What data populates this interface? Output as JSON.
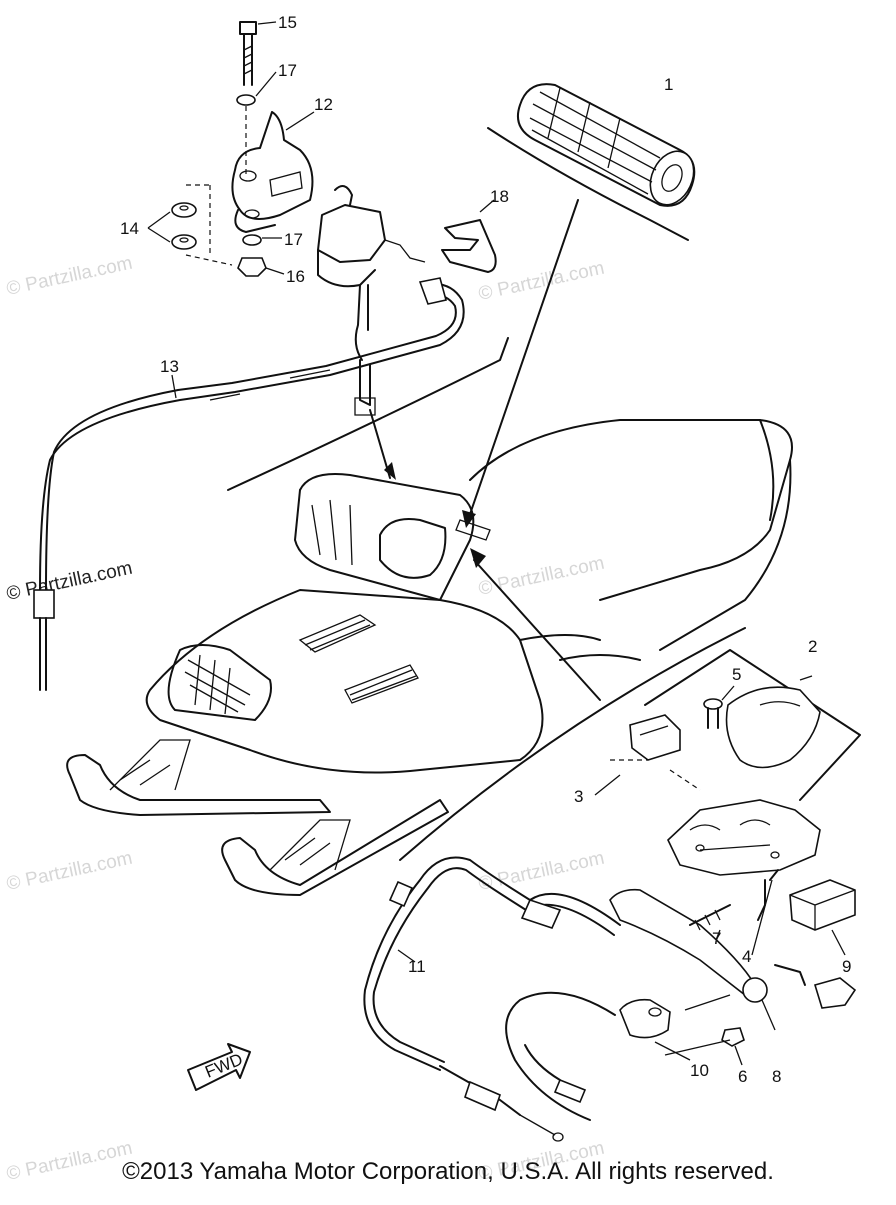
{
  "diagram": {
    "part_labels": [
      "1",
      "2",
      "3",
      "4",
      "5",
      "6",
      "7",
      "8",
      "9",
      "10",
      "11",
      "12",
      "13",
      "14",
      "15",
      "16",
      "17",
      "17",
      "18"
    ],
    "fwd_label": "FWD",
    "watermark_main": "© Partzilla.com",
    "watermark_faded": "© Partzilla.com"
  },
  "footer": {
    "copyright": "©2013 Yamaha Motor Corporation, U.S.A. All rights reserved."
  }
}
